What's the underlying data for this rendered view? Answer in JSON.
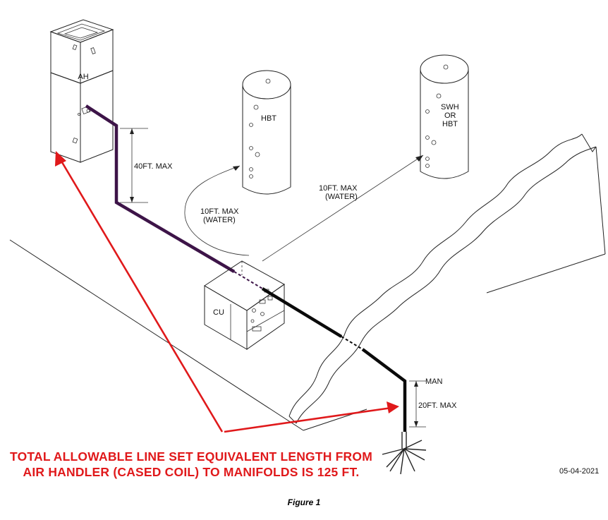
{
  "labels": {
    "air_handler": "AH",
    "condensing_unit": "CU",
    "hbt": "HBT",
    "swh_line1": "SWH",
    "swh_line2": "OR",
    "swh_line3": "HBT",
    "max_vertical_ah": "40FT. MAX",
    "max_water_left_line1": "10FT. MAX",
    "max_water_left_line2": "(WATER)",
    "max_water_right_line1": "10FT. MAX",
    "max_water_right_line2": "(WATER)",
    "manifold": "MAN",
    "max_vertical_man": "20FT. MAX"
  },
  "note": {
    "line1": "TOTAL ALLOWABLE LINE SET EQUIVALENT LENGTH FROM",
    "line2": "AIR HANDLER (CASED COIL) TO MANIFOLDS IS 125 FT."
  },
  "date": "05-04-2021",
  "caption": "Figure 1",
  "colors": {
    "note_red": "#e0191b",
    "line_set_purple": "#3d1448",
    "line_set_black": "#0a0a0a"
  }
}
